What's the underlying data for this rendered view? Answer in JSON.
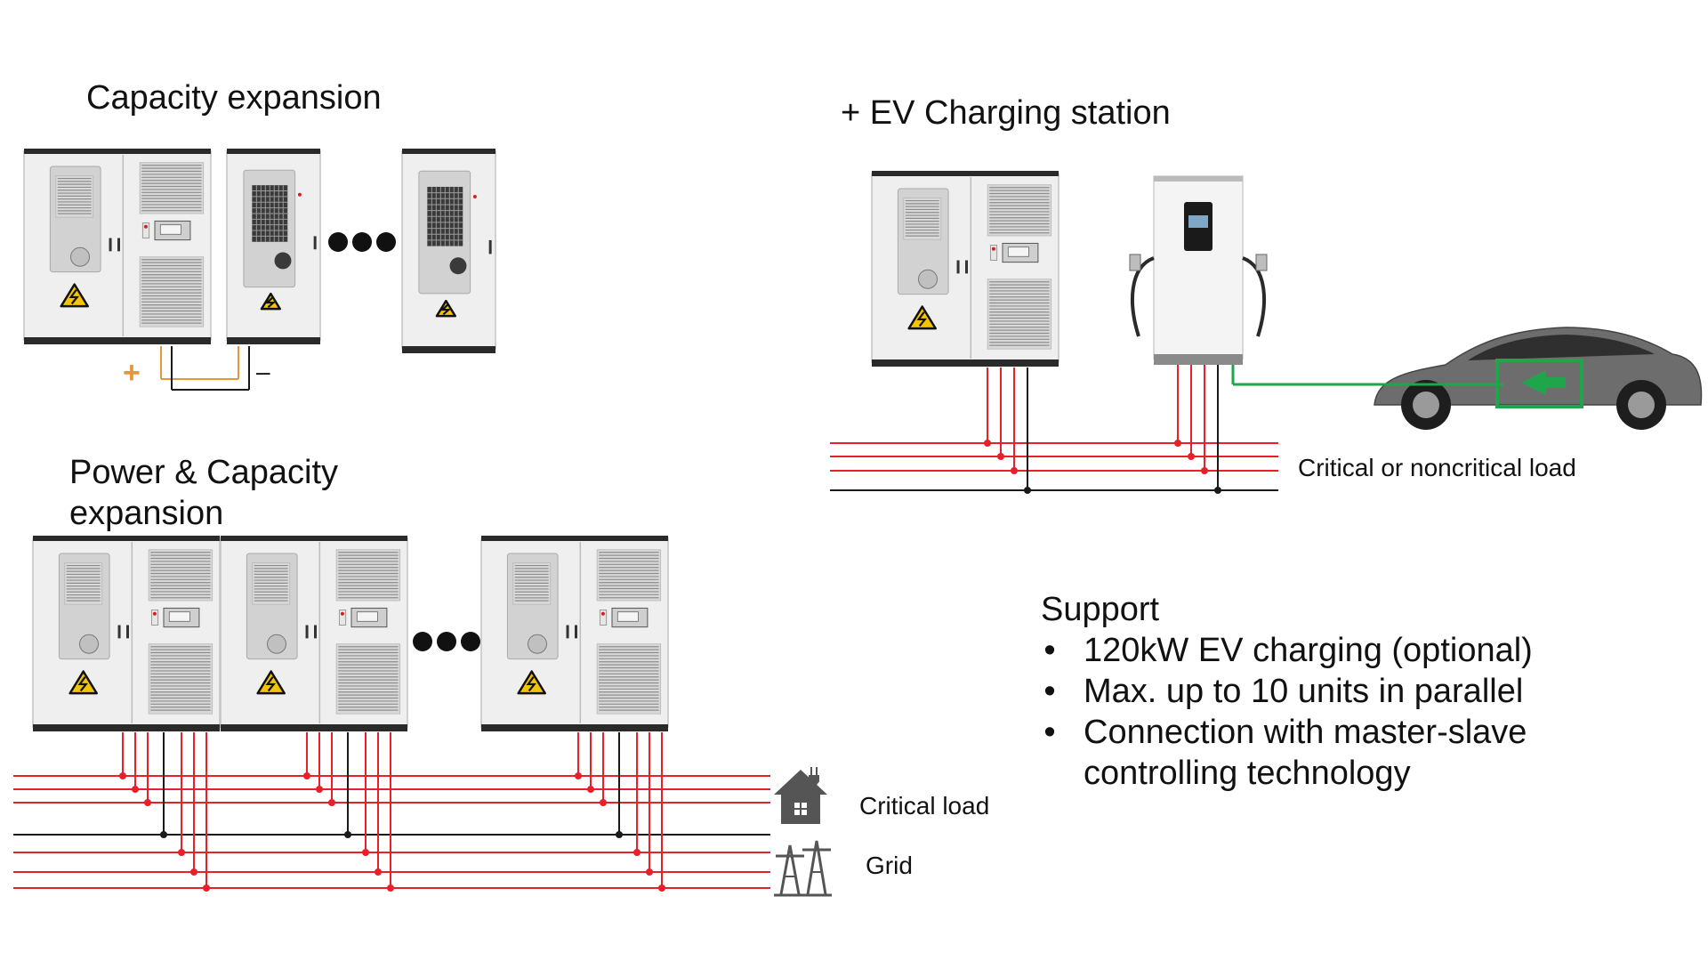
{
  "headings": {
    "capacity_expansion": "Capacity expansion",
    "ev_charging": "+ EV Charging station",
    "power_capacity_line1": "Power & Capacity",
    "power_capacity_line2": "expansion"
  },
  "labels": {
    "plus": "+",
    "minus": "–",
    "critical_or_noncritical": "Critical or noncritical load",
    "critical_load": "Critical load",
    "grid": "Grid"
  },
  "support": {
    "title": "Support",
    "bullet": "•",
    "items": [
      "120kW EV charging (optional)",
      "Max. up to 10 units in parallel",
      "Connection with master-slave",
      "controlling technology"
    ]
  },
  "colors": {
    "bus_red": "#e8202a",
    "bus_black": "#1a1a1a",
    "ev_green": "#1fa64a",
    "dc_orange": "#e8963a",
    "cabinet_body": "#efefef",
    "cabinet_edge": "#2a2a2a",
    "warning_yellow": "#f3c400"
  },
  "icons": {
    "warning": "high-voltage-warning-icon",
    "house": "house-plug-icon",
    "grid": "power-tower-icon",
    "ellipsis": "ellipsis-dots-icon",
    "charger": "ev-charger-icon",
    "car": "electric-car-icon"
  }
}
